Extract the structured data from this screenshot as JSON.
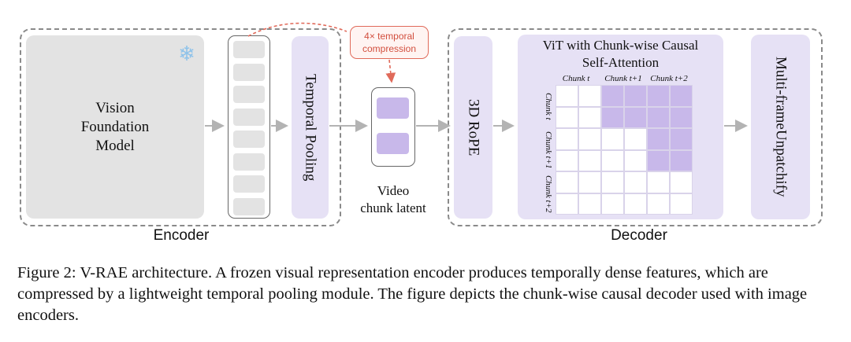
{
  "diagram": {
    "encoder_label": "Encoder",
    "decoder_label": "Decoder",
    "vfm_label": "Vision Foundation Model",
    "vfm_lines": [
      "Vision",
      "Foundation",
      "Model"
    ],
    "frozen_icon": "snowflake-icon",
    "temporal_pooling_label": "Temporal Pooling",
    "compression_note": [
      "4× temporal",
      "compression"
    ],
    "latent_label": [
      "Video",
      "chunk latent"
    ],
    "rope_label": "3D RoPE",
    "vit_title": [
      "ViT with Chunk-wise Causal",
      "Self-Attention"
    ],
    "chunk_cols": [
      "Chunk t",
      "Chunk t+1",
      "Chunk t+2"
    ],
    "chunk_rows": [
      "Chunk t",
      "Chunk t+1",
      "Chunk t+2"
    ],
    "unpatchify_label": [
      "Multi-frame",
      "Unpatchify"
    ],
    "colors": {
      "purple_fill": "#e6e1f5",
      "attention_fill": "#c8b8ea",
      "grey_fill": "#e3e3e3",
      "arrow": "#b3b3b3",
      "note_red": "#e06a5a"
    }
  },
  "caption": "Figure 2: V-RAE architecture. A frozen visual representation encoder produces temporally dense features, which are compressed by a lightweight temporal pooling module. The figure depicts the chunk-wise causal decoder used with image encoders."
}
